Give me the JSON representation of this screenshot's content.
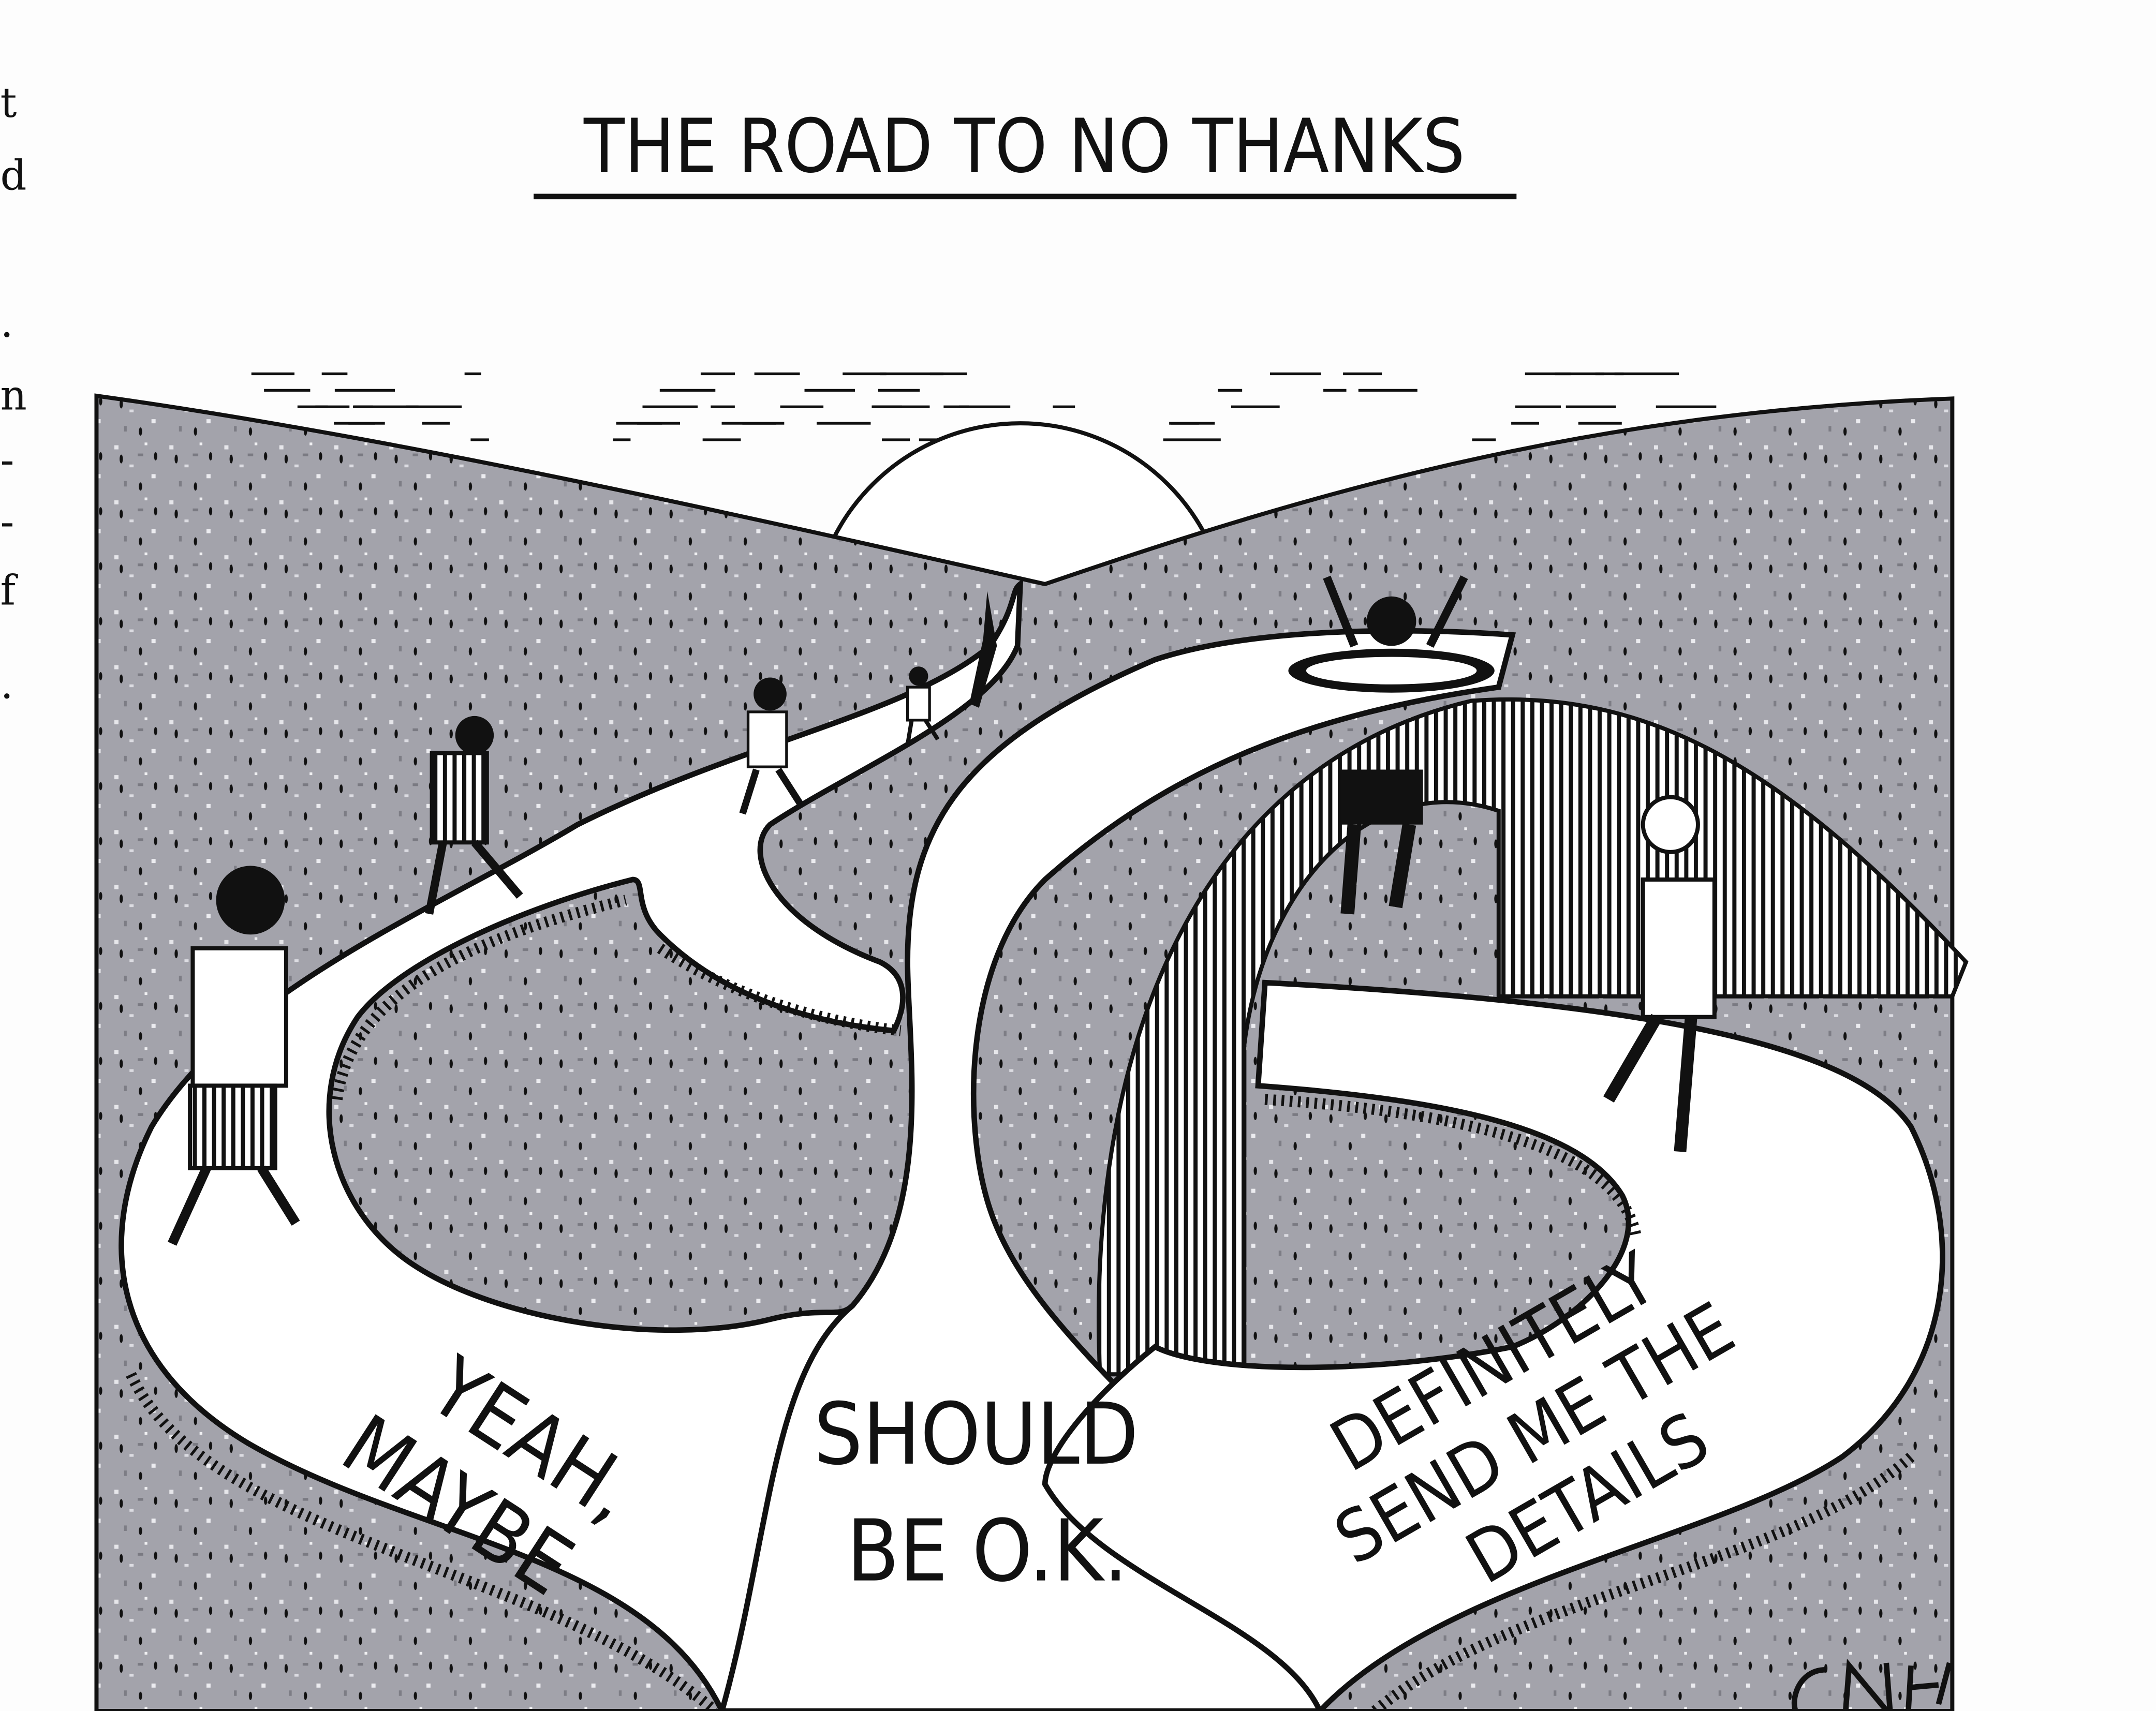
{
  "cartoon": {
    "title": "THE ROAD TO NO THANKS",
    "labels": {
      "left_road": [
        "YEAH,",
        "MAYBE"
      ],
      "center_road": [
        "SHOULD",
        "BE O.K."
      ],
      "right_road": [
        "DEFINITELY",
        "SEND ME THE",
        "DETAILS"
      ]
    },
    "signature": "CNH"
  },
  "margin_fragments": [
    "t",
    "d",
    ".",
    "n",
    "-",
    "-",
    "f",
    "."
  ],
  "colors": {
    "ink": "#111111",
    "terrain": "#9c9ca4",
    "paper": "#fdfdfd"
  }
}
